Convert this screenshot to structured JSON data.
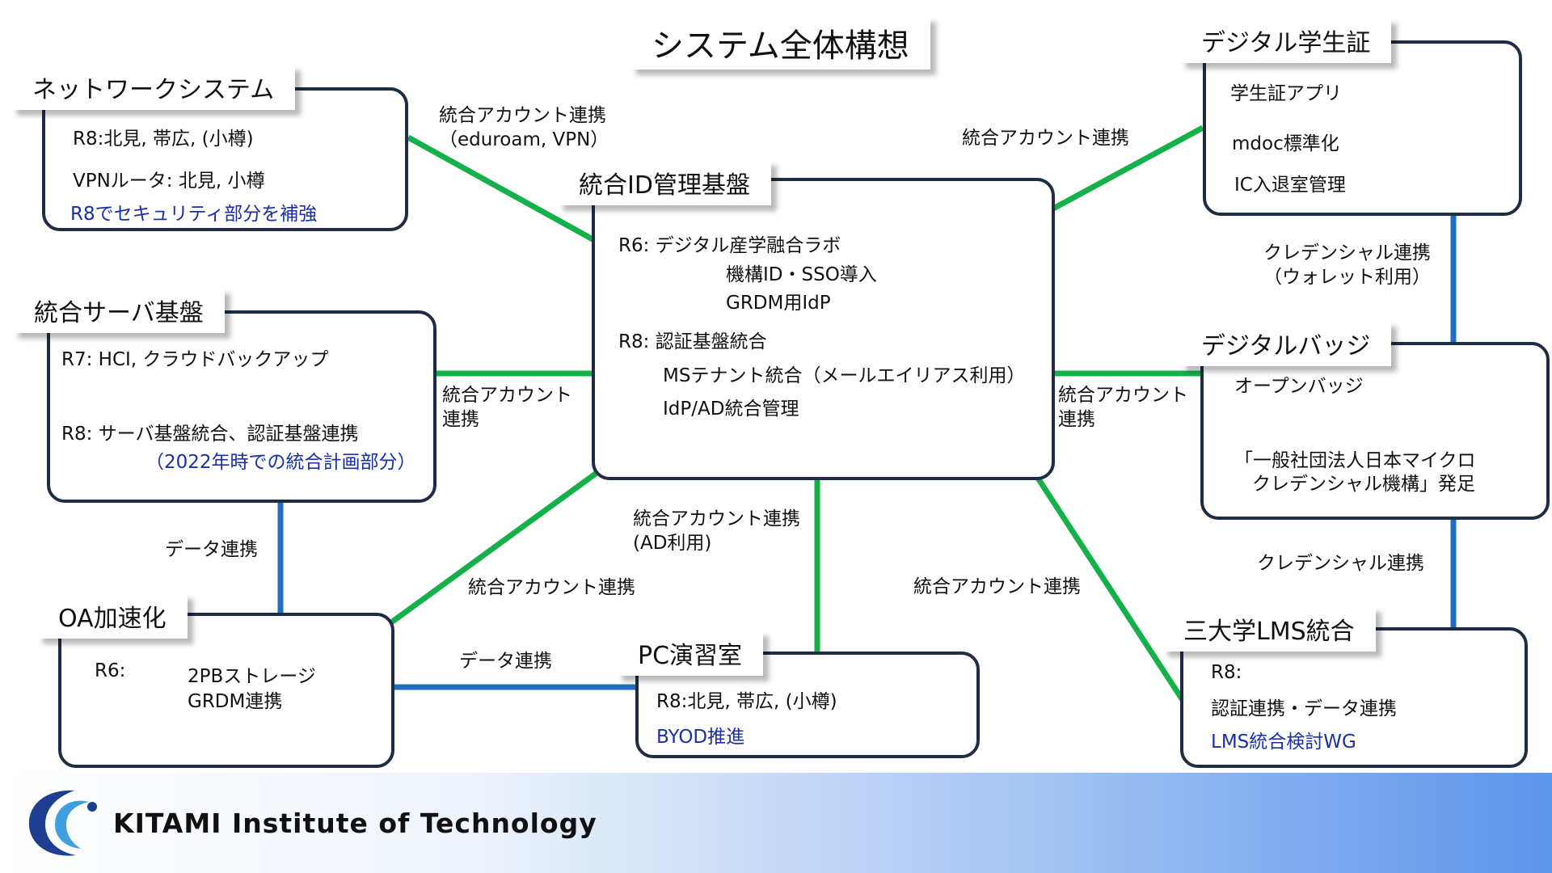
{
  "title": "システム全体構想",
  "boxes": {
    "network": {
      "title": "ネットワークシステム",
      "lines": [
        "R8:北見, 帯広, (小樽)",
        "VPNルータ: 北見, 小樽"
      ],
      "note": "R8でセキュリティ部分を補強"
    },
    "idbase": {
      "title": "統合ID管理基盤",
      "lines": [
        "R6: デジタル産学融合ラボ",
        "機構ID・SSO導入",
        "GRDM用IdP",
        "R8: 認証基盤統合",
        "MSテナント統合（メールエイリアス利用）",
        "IdP/AD統合管理"
      ]
    },
    "student_id": {
      "title": "デジタル学生証",
      "lines": [
        "学生証アプリ",
        "mdoc標準化",
        "IC入退室管理"
      ]
    },
    "server": {
      "title": "統合サーバ基盤",
      "lines": [
        "R7: HCI, クラウドバックアップ",
        "R8: サーバ基盤統合、認証基盤連携"
      ],
      "note": "（2022年時での統合計画部分）"
    },
    "badge": {
      "title": "デジタルバッジ",
      "lines": [
        "オープンバッジ",
        "「一般社団法人日本マイクロ",
        "クレデンシャル機構」発足"
      ]
    },
    "oa": {
      "title": "OA加速化",
      "lines": [
        "R6:",
        "2PBストレージ",
        "GRDM連携"
      ]
    },
    "pc": {
      "title": "PC演習室",
      "lines": [
        "R8:北見, 帯広, (小樽)"
      ],
      "note": "BYOD推進"
    },
    "lms": {
      "title": "三大学LMS統合",
      "lines": [
        "R8:",
        "認証連携・データ連携"
      ],
      "note": "LMS統合検討WG"
    }
  },
  "links": {
    "network_id": [
      "統合アカウント連携",
      "（eduroam, VPN）"
    ],
    "student_id": "統合アカウント連携",
    "student_badge": [
      "クレデンシャル連携",
      "（ウォレット利用）"
    ],
    "server_id": [
      "統合アカウント",
      "連携"
    ],
    "badge_id": [
      "統合アカウント",
      "連携"
    ],
    "server_oa": "データ連携",
    "pc_id": [
      "統合アカウント連携",
      "(AD利用)"
    ],
    "oa_id": "統合アカウント連携",
    "lms_id": "統合アカウント連携",
    "badge_lms": "クレデンシャル連携",
    "oa_pc": "データ連携"
  },
  "colors": {
    "green_link": "#14b04a",
    "blue_link": "#1f6fbf",
    "box_border": "#1f2d44",
    "note_text": "#1a2fa8"
  },
  "footer": {
    "org": "KITAMI Institute of Technology"
  }
}
